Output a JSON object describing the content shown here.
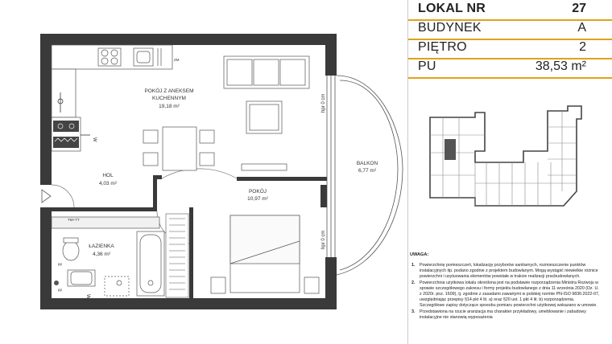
{
  "unit_info": {
    "rows": [
      {
        "label": "LOKAL NR",
        "value": "27"
      },
      {
        "label": "BUDYNEK",
        "value": "A"
      },
      {
        "label": "PIĘTRO",
        "value": "2"
      },
      {
        "label": "PU",
        "value": "38,53 m²"
      }
    ]
  },
  "rooms": {
    "living_name_1": "POKÓJ Z ANEKSEM",
    "living_name_2": "KUCHENNYM",
    "living_area": "19,18 m²",
    "bedroom_name": "POKÓJ",
    "bedroom_area": "10,97 m²",
    "hall_name": "HOL",
    "hall_area": "4,03 m²",
    "bathroom_name": "ŁAZIENKA",
    "bathroom_area": "4,36 m²",
    "balcony_name": "BALKON",
    "balcony_area": "6,77 m²"
  },
  "annotations": {
    "zm": "ZM",
    "tm_tt": "TM+TT",
    "hpr_1": "hpr 0 cm",
    "hpr_2": "hpr 0 cm",
    "pp": "pp"
  },
  "notes": {
    "title": "UWAGA:",
    "items": [
      {
        "num": "1.",
        "text": "Powierzchnię pomieszczeń, lokalizację przyborów sanitarnych, rozmieszczenie punktów instalacyjnych itp. podano zgodnie z projektem budowlanym. Mogą wystąpić niewielkie różnice powierzchni i usytuowania elementów powstałe w trakcie realizacji pracbudowlanych."
      },
      {
        "num": "2.",
        "text": "Powierzchnia użytkowa lokalu określona jest na podstawie rozporządzenia Ministra Rozwoju w sprawie szczegółowego zakresu i formy projektu budowlanego z dnia 11 września 2020 (Dz. U. z 2020r. poz. 1609), tj. zgodnie z zasadami zawartymi w polskiej normie PN-ISO 9836:2022-07, uwzględniając przepisy §14 pkt 4 lit. a) oraz §20 ust. 1 pkt 4 lit. b) rozporządzenia. Szczegółowe zapisy dotyczące sposobu pomiaru powierzchni użytkowej wskazano w umowie."
      },
      {
        "num": "3.",
        "text": "Przedstawiona na rzucie aranżacja ma charakter przykładowy, umeblowanie i zabudowy instalacyjne nie stanowią wyposażenia"
      }
    ]
  },
  "colors": {
    "accent": "#e0a21a",
    "wall": "#333333",
    "highlight": "#555555"
  }
}
